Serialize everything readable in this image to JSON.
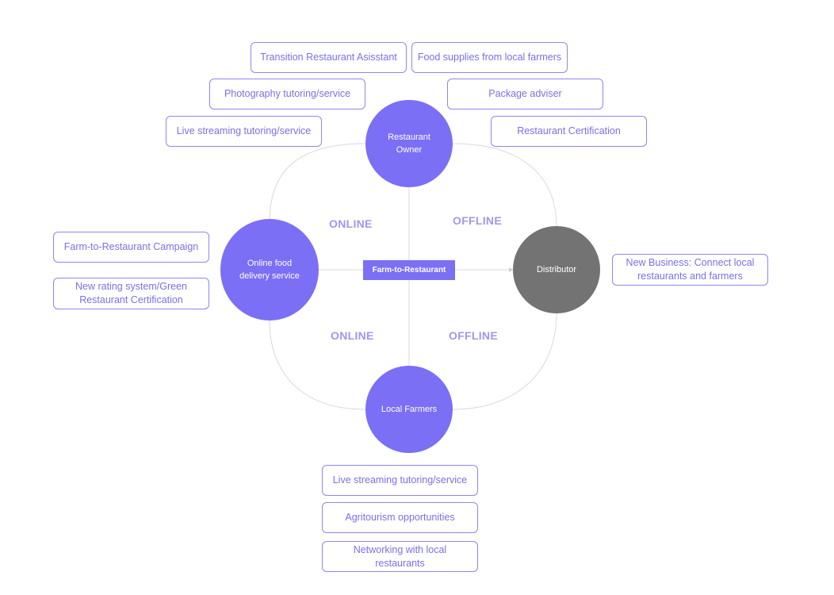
{
  "diagram": {
    "center": "Farm-to-Restaurant",
    "nodes": {
      "restaurant_owner": "Restaurant\nOwner",
      "online_food_delivery": "Online food delivery service",
      "distributor": "Distributor",
      "local_farmers": "Local Farmers"
    },
    "quadrants": {
      "top_left": "ONLINE",
      "top_right": "OFFLINE",
      "bottom_left": "ONLINE",
      "bottom_right": "OFFLINE"
    },
    "restaurant_owner_items": [
      "Transition Restaurant Asisstant",
      "Food supplies from local farmers",
      "Photography tutoring/service",
      "Package adviser",
      "Live streaming tutoring/service",
      "Restaurant Certification"
    ],
    "delivery_items": [
      "Farm-to-Restaurant Campaign",
      "New rating system/Green Restaurant Certification"
    ],
    "distributor_items": [
      "New Business: Connect local restaurants and farmers"
    ],
    "farmer_items": [
      "Live streaming tutoring/service",
      "Agritourism opportunities",
      "Networking with local restaurants"
    ]
  },
  "colors": {
    "node": "#7b6ff5",
    "distributor_node": "#737373",
    "box_border": "#8f86f0",
    "box_text": "#7a70e8",
    "quadrant_text": "#9f97f2",
    "connector": "#d9d9df"
  }
}
